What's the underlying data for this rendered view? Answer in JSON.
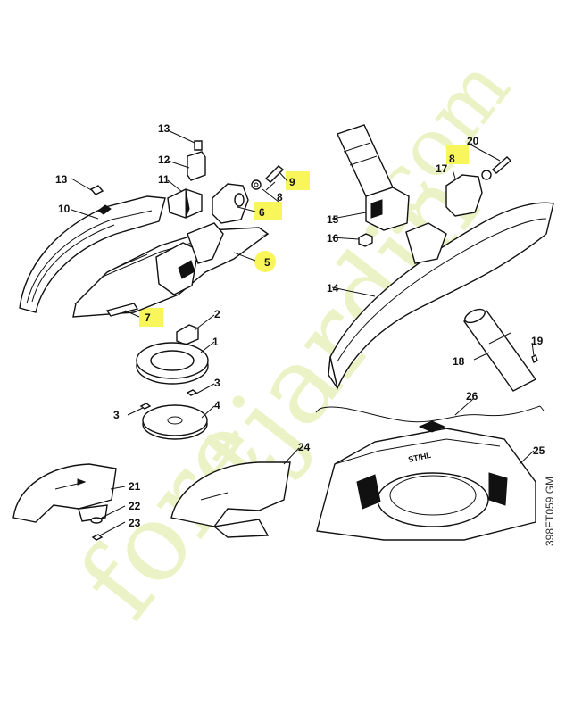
{
  "watermark": {
    "text_fore": "fore",
    "text_t": "t",
    "text_jardin": "jardin",
    "text_com": ".com",
    "color_green": "#d4e59a",
    "color_orange": "#f6c9a6"
  },
  "diagram_code": "398ET059 GM",
  "brand_mark": "STIHL",
  "part_labels": [
    "1",
    "2",
    "3",
    "3",
    "4",
    "5",
    "6",
    "7",
    "8",
    "8",
    "9",
    "10",
    "11",
    "12",
    "13",
    "13",
    "14",
    "15",
    "16",
    "17",
    "18",
    "19",
    "20",
    "21",
    "22",
    "23",
    "24",
    "25",
    "26"
  ],
  "highlight_color": "#f8f65a"
}
